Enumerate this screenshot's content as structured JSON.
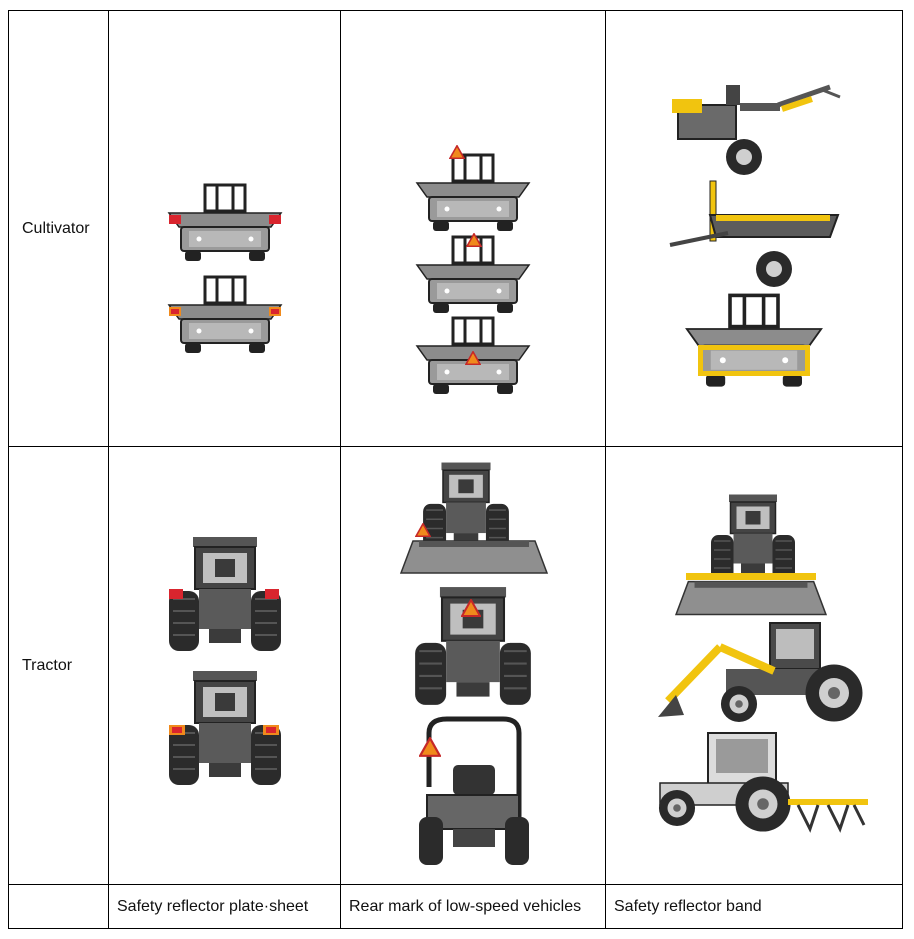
{
  "rows": [
    {
      "label": "Cultivator"
    },
    {
      "label": "Tractor"
    }
  ],
  "columns": [
    {
      "caption": "Safety reflector plate·sheet"
    },
    {
      "caption": "Rear mark of low-speed vehicles"
    },
    {
      "caption": "Safety reflector band"
    }
  ],
  "colors": {
    "reflector_red": "#d9252e",
    "warning_orange": "#f08a1c",
    "band_yellow": "#f1c40f",
    "body_dark": "#3a3a3a",
    "body_mid": "#8a8a8a"
  },
  "icons": {
    "cultivator_rear": "cultivator-rear-icon",
    "tractor_rear": "tractor-rear-icon",
    "triangle_mark": "slow-moving-triangle-icon",
    "walking_tractor": "walking-tractor-icon"
  }
}
